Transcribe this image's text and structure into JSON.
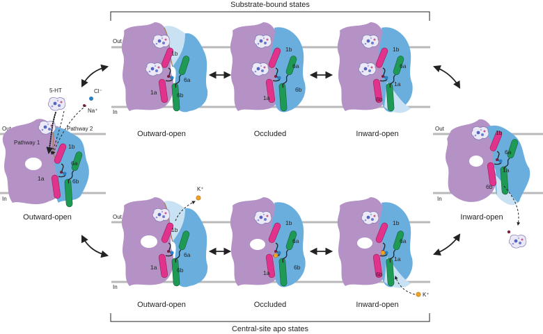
{
  "brackets": {
    "top": "Substrate-bound states",
    "bottom": "Central-site apo states"
  },
  "membrane": {
    "out": "Out",
    "in": "In"
  },
  "segments": {
    "s1a": "1a",
    "s1b": "1b",
    "s6a": "6a",
    "s6b": "6b"
  },
  "left_panel": {
    "caption": "Outward-open",
    "ligand_5ht": "5-HT",
    "chloride": "Cl⁻",
    "sodium": "Na⁺",
    "pathway1": "Pathway 1",
    "pathway2": "Pathway 2"
  },
  "right_panel": {
    "caption": "Inward-open"
  },
  "top_row": {
    "captions": [
      "Outward-open",
      "Occluded",
      "Inward-open"
    ]
  },
  "bottom_row": {
    "captions": [
      "Outward-open",
      "Occluded",
      "Inward-open"
    ],
    "k_release": "K⁺",
    "k_entry": "K⁺"
  },
  "colors": {
    "scaffold": "#b592c6",
    "core": "#6aaede",
    "tm1": "#e2338c",
    "tm6": "#1f9a55",
    "chloride_ion": "#2a7fc1",
    "sodium_ion": "#7a1f3a",
    "potassium_ion": "#f0a128"
  }
}
